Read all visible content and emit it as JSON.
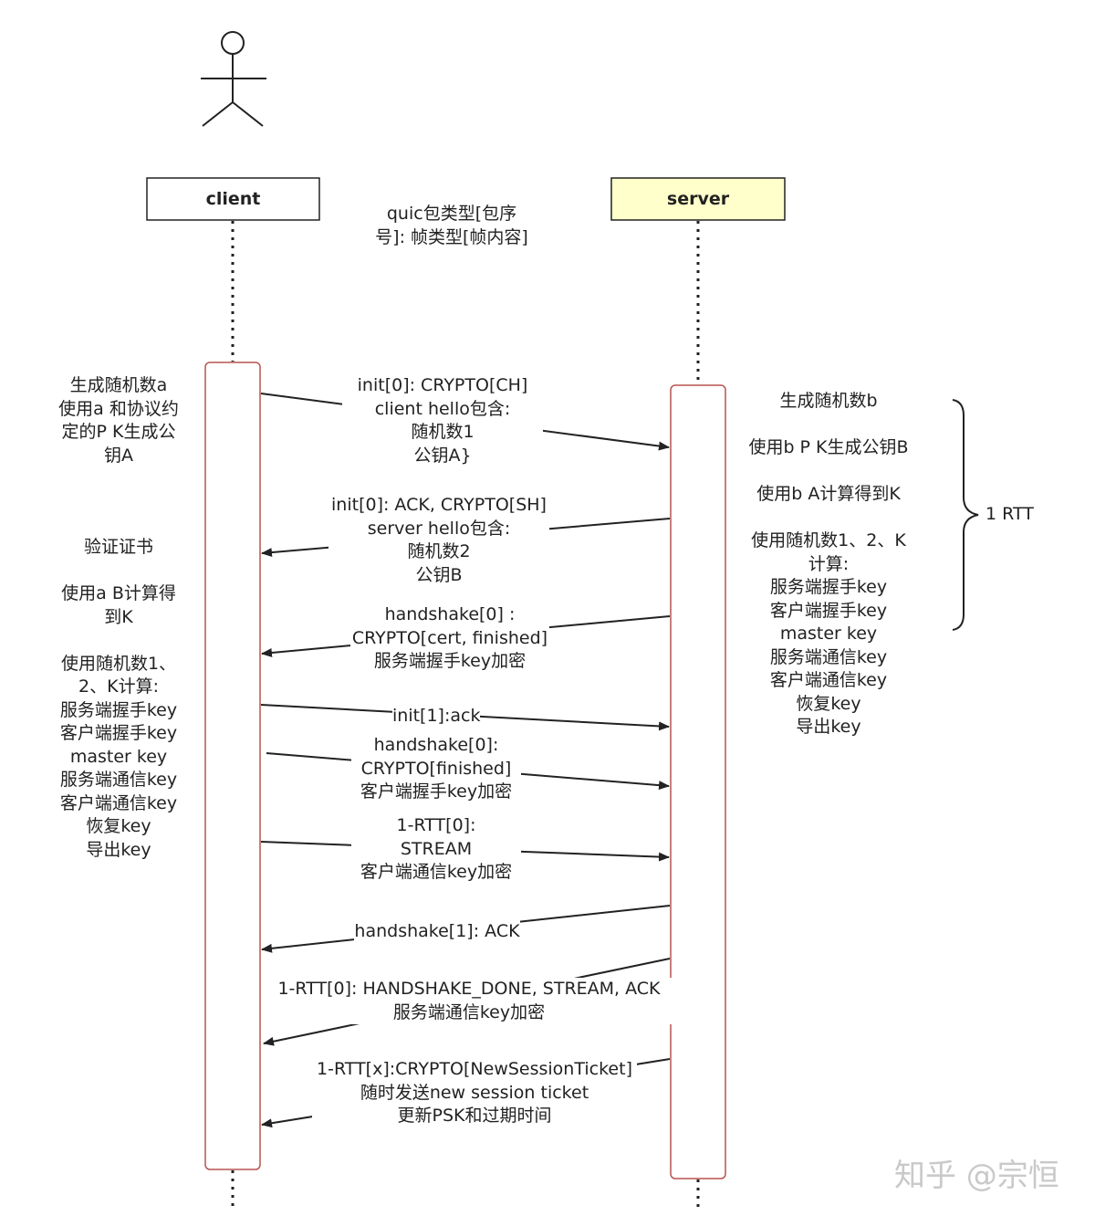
{
  "participants": {
    "client": "client",
    "server": "server"
  },
  "colors": {
    "server_fill": "#ffffcc",
    "activation_stroke": "#b85450",
    "line": "#222222"
  },
  "legend": "quic包类型[包序\n号]: 帧类型[帧内容]",
  "client_notes": {
    "generate": "生成随机数a\n使用a 和协议约\n定的P K生成公\n钥A",
    "compute": "验证证书\n\n使用a B计算得\n到K\n\n使用随机数1、\n2、K计算:\n服务端握手key\n客户端握手key\nmaster key\n服务端通信key\n客户端通信key\n恢复key\n导出key"
  },
  "server_notes": {
    "compute": "生成随机数b\n\n使用b P K生成公钥B\n\n使用b A计算得到K\n\n使用随机数1、2、K\n计算:\n服务端握手key\n客户端握手key\nmaster key\n服务端通信key\n客户端通信key\n恢复key\n导出key",
    "rtt": "1 RTT"
  },
  "messages": [
    {
      "text": "init[0]: CRYPTO[CH]\nclient hello包含:\n随机数1\n公钥A}"
    },
    {
      "text": "init[0]: ACK, CRYPTO[SH]\nserver hello包含:\n随机数2\n公钥B"
    },
    {
      "text": "handshake[0] :\nCRYPTO[cert, finished]\n服务端握手key加密"
    },
    {
      "text": "init[1]:ack"
    },
    {
      "text": "handshake[0]:\nCRYPTO[finished]\n客户端握手key加密"
    },
    {
      "text": "1-RTT[0]:\nSTREAM\n客户端通信key加密"
    },
    {
      "text": "handshake[1]: ACK"
    },
    {
      "text": "1-RTT[0]: HANDSHAKE_DONE, STREAM, ACK\n服务端通信key加密"
    },
    {
      "text": "1-RTT[x]:CRYPTO[NewSessionTicket]\n随时发送new session ticket\n更新PSK和过期时间"
    }
  ],
  "watermark": "知乎 @宗恒"
}
